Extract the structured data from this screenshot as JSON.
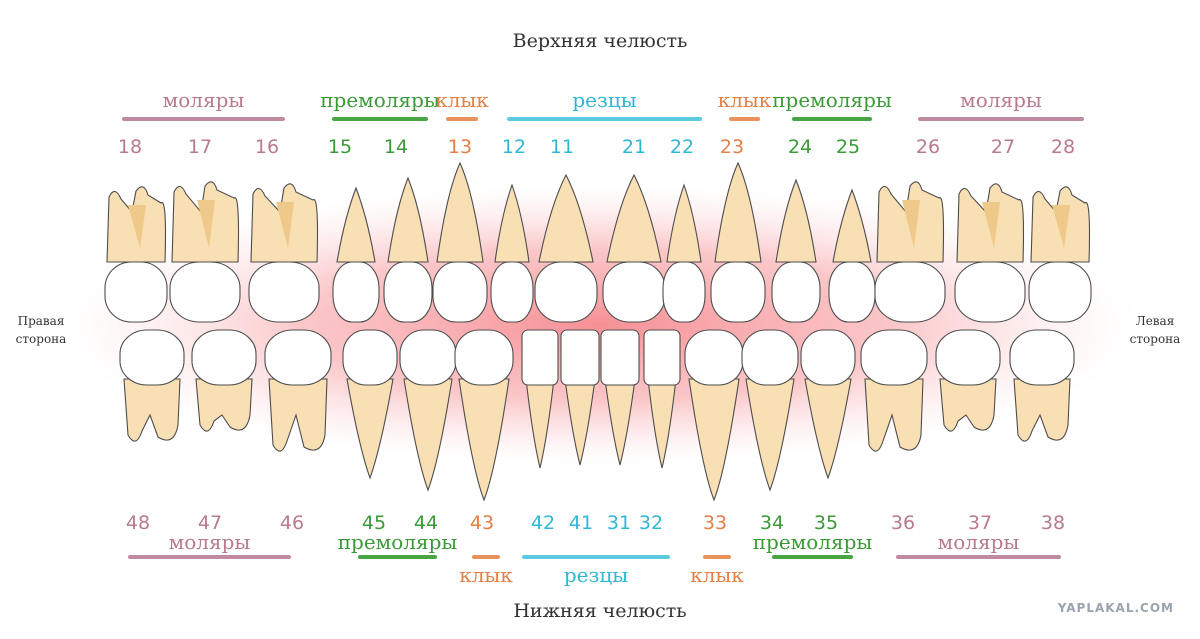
{
  "colors": {
    "molar": "#b97a8c",
    "molar_bar": "#c08aa0",
    "premolar": "#3a9a36",
    "premolar_bar": "#48a542",
    "canine": "#e2804a",
    "canine_bar": "#ea925c",
    "incisor": "#2fb7d6",
    "incisor_bar": "#5ccbe2",
    "root": "#f8dfb4",
    "root_shade": "#efc98a",
    "crown": "#ffffff",
    "outline": "#4d4d4d",
    "gum": "#f48a8e"
  },
  "upper_jaw": {
    "title": "Верхняя челюсть",
    "groups": [
      {
        "label": "моляры",
        "type": "molar"
      },
      {
        "label": "премоляры",
        "type": "premolar"
      },
      {
        "label": "клык",
        "type": "canine"
      },
      {
        "label": "резцы",
        "type": "incisor"
      },
      {
        "label": "клык",
        "type": "canine"
      },
      {
        "label": "премоляры",
        "type": "premolar"
      },
      {
        "label": "моляры",
        "type": "molar"
      }
    ],
    "teeth": [
      {
        "num": "18",
        "type": "molar"
      },
      {
        "num": "17",
        "type": "molar"
      },
      {
        "num": "16",
        "type": "molar"
      },
      {
        "num": "15",
        "type": "premolar"
      },
      {
        "num": "14",
        "type": "premolar"
      },
      {
        "num": "13",
        "type": "canine"
      },
      {
        "num": "12",
        "type": "incisor"
      },
      {
        "num": "11",
        "type": "incisor"
      },
      {
        "num": "21",
        "type": "incisor"
      },
      {
        "num": "22",
        "type": "incisor"
      },
      {
        "num": "23",
        "type": "canine"
      },
      {
        "num": "24",
        "type": "premolar"
      },
      {
        "num": "25",
        "type": "premolar"
      },
      {
        "num": "26",
        "type": "molar"
      },
      {
        "num": "27",
        "type": "molar"
      },
      {
        "num": "28",
        "type": "molar"
      }
    ]
  },
  "lower_jaw": {
    "title": "Нижняя челюсть",
    "groups": [
      {
        "label": "моляры",
        "type": "molar"
      },
      {
        "label": "премоляры",
        "type": "premolar"
      },
      {
        "label": "клык",
        "type": "canine"
      },
      {
        "label": "резцы",
        "type": "incisor"
      },
      {
        "label": "клык",
        "type": "canine"
      },
      {
        "label": "премоляры",
        "type": "premolar"
      },
      {
        "label": "моляры",
        "type": "molar"
      }
    ],
    "teeth": [
      {
        "num": "48",
        "type": "molar"
      },
      {
        "num": "47",
        "type": "molar"
      },
      {
        "num": "46",
        "type": "molar"
      },
      {
        "num": "45",
        "type": "premolar"
      },
      {
        "num": "44",
        "type": "premolar"
      },
      {
        "num": "43",
        "type": "canine"
      },
      {
        "num": "42",
        "type": "incisor"
      },
      {
        "num": "41",
        "type": "incisor"
      },
      {
        "num": "31",
        "type": "incisor"
      },
      {
        "num": "32",
        "type": "incisor"
      },
      {
        "num": "33",
        "type": "canine"
      },
      {
        "num": "34",
        "type": "premolar"
      },
      {
        "num": "35",
        "type": "premolar"
      },
      {
        "num": "36",
        "type": "molar"
      },
      {
        "num": "37",
        "type": "molar"
      },
      {
        "num": "38",
        "type": "molar"
      }
    ]
  },
  "sides": {
    "right": "Правая\nсторона",
    "left": "Левая\nсторона"
  },
  "watermark": "YAPLAKAL.COM"
}
